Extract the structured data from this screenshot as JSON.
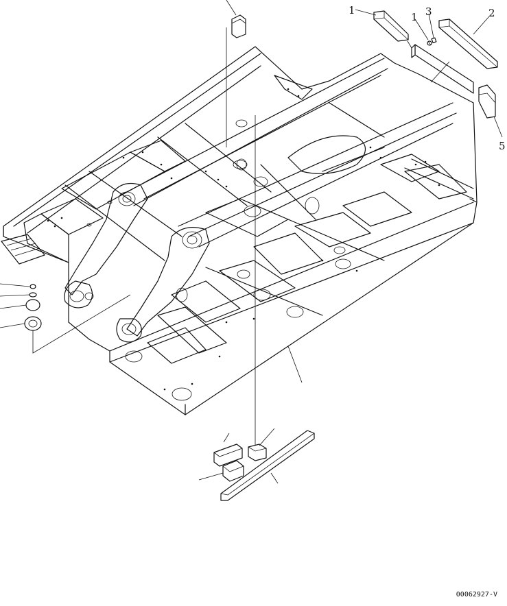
{
  "callouts": {
    "c1a": "1",
    "c1b": "1",
    "c3": "3",
    "c2": "2",
    "c5": "5"
  },
  "drawing_code": "00062927-V"
}
